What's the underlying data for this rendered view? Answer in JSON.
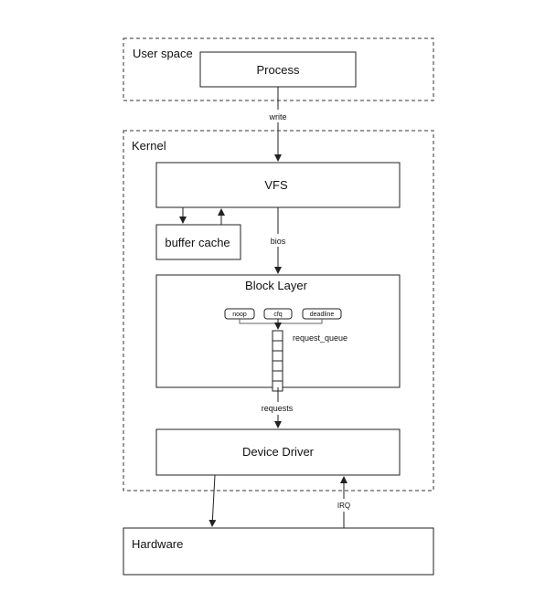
{
  "regions": {
    "user_space": "User space",
    "kernel": "Kernel",
    "hardware": "Hardware"
  },
  "boxes": {
    "process": "Process",
    "vfs": "VFS",
    "buffer_cache": "buffer cache",
    "block_layer": "Block Layer",
    "device_driver": "Device Driver"
  },
  "edges": {
    "write": "write",
    "bios": "bios",
    "requests": "requests",
    "irq": "IRQ"
  },
  "schedulers": [
    "noop",
    "cfq",
    "deadline"
  ],
  "queue": {
    "label": "request_queue",
    "slots": 6
  }
}
